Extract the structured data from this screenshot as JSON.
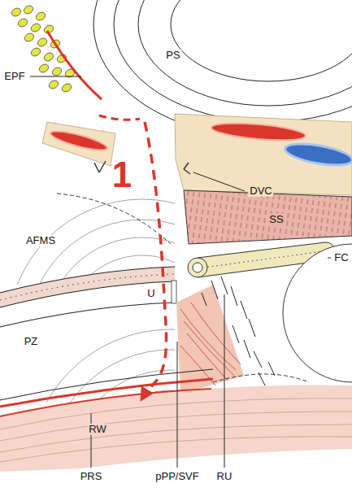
{
  "diagram": {
    "labels": [
      "EPF",
      "PS",
      "1",
      "DVC",
      "SS",
      "FC",
      "AFMS",
      "U",
      "PZ",
      "RW",
      "PRS",
      "pPP/SVF",
      "RU"
    ]
  }
}
